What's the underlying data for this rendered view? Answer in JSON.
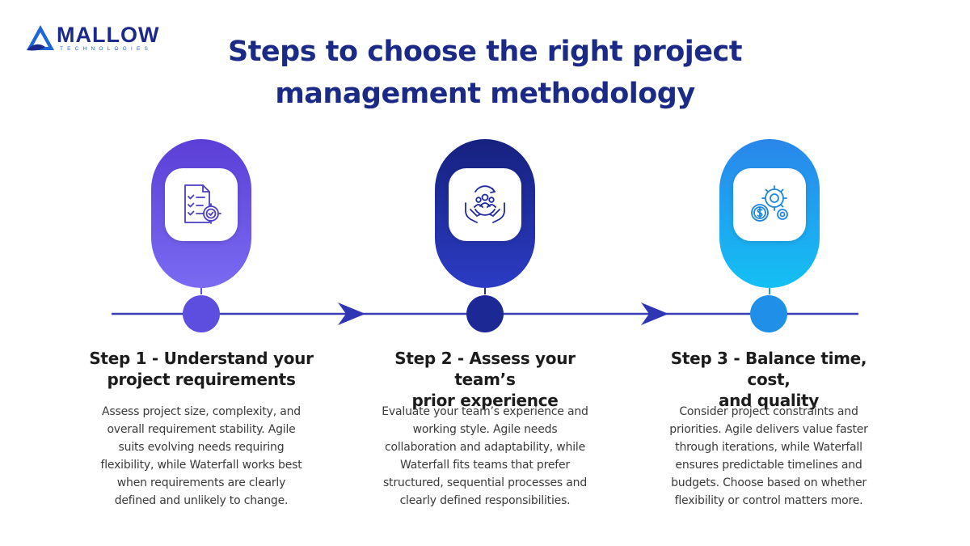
{
  "logo": {
    "name": "MALLOW",
    "sub": "TECHNOLOGIES"
  },
  "title": {
    "line1": "Steps to choose the right project",
    "line2": "management methodology"
  },
  "colors": {
    "step1": "#6552e6",
    "step2": "#1e2a9e",
    "step3": "#1ea3f0",
    "title": "#1a2a86",
    "timeline": "#3a3fb8"
  },
  "steps": [
    {
      "icon": "checklist-gear-icon",
      "title_line1": "Step 1 - Understand your",
      "title_line2": "project requirements",
      "desc": [
        "Assess project size, complexity, and",
        "overall requirement stability. Agile",
        "suits evolving needs requiring",
        "flexibility, while Waterfall works best",
        "when requirements are clearly",
        "defined and unlikely to change."
      ]
    },
    {
      "icon": "team-hands-icon",
      "title_line1": "Step 2 - Assess your team’s",
      "title_line2": "prior experience",
      "desc": [
        "Evaluate your team’s experience and",
        "working style. Agile needs",
        "collaboration and adaptability, while",
        "Waterfall fits teams that prefer",
        "structured, sequential processes and",
        "clearly defined responsibilities."
      ]
    },
    {
      "icon": "gears-dollar-icon",
      "title_line1": "Step 3 - Balance time, cost,",
      "title_line2": "and quality",
      "desc": [
        "Consider project constraints and",
        "priorities. Agile delivers value faster",
        "through iterations, while Waterfall",
        "ensures predictable timelines and",
        "budgets. Choose based on whether",
        "flexibility or control matters more."
      ]
    }
  ]
}
